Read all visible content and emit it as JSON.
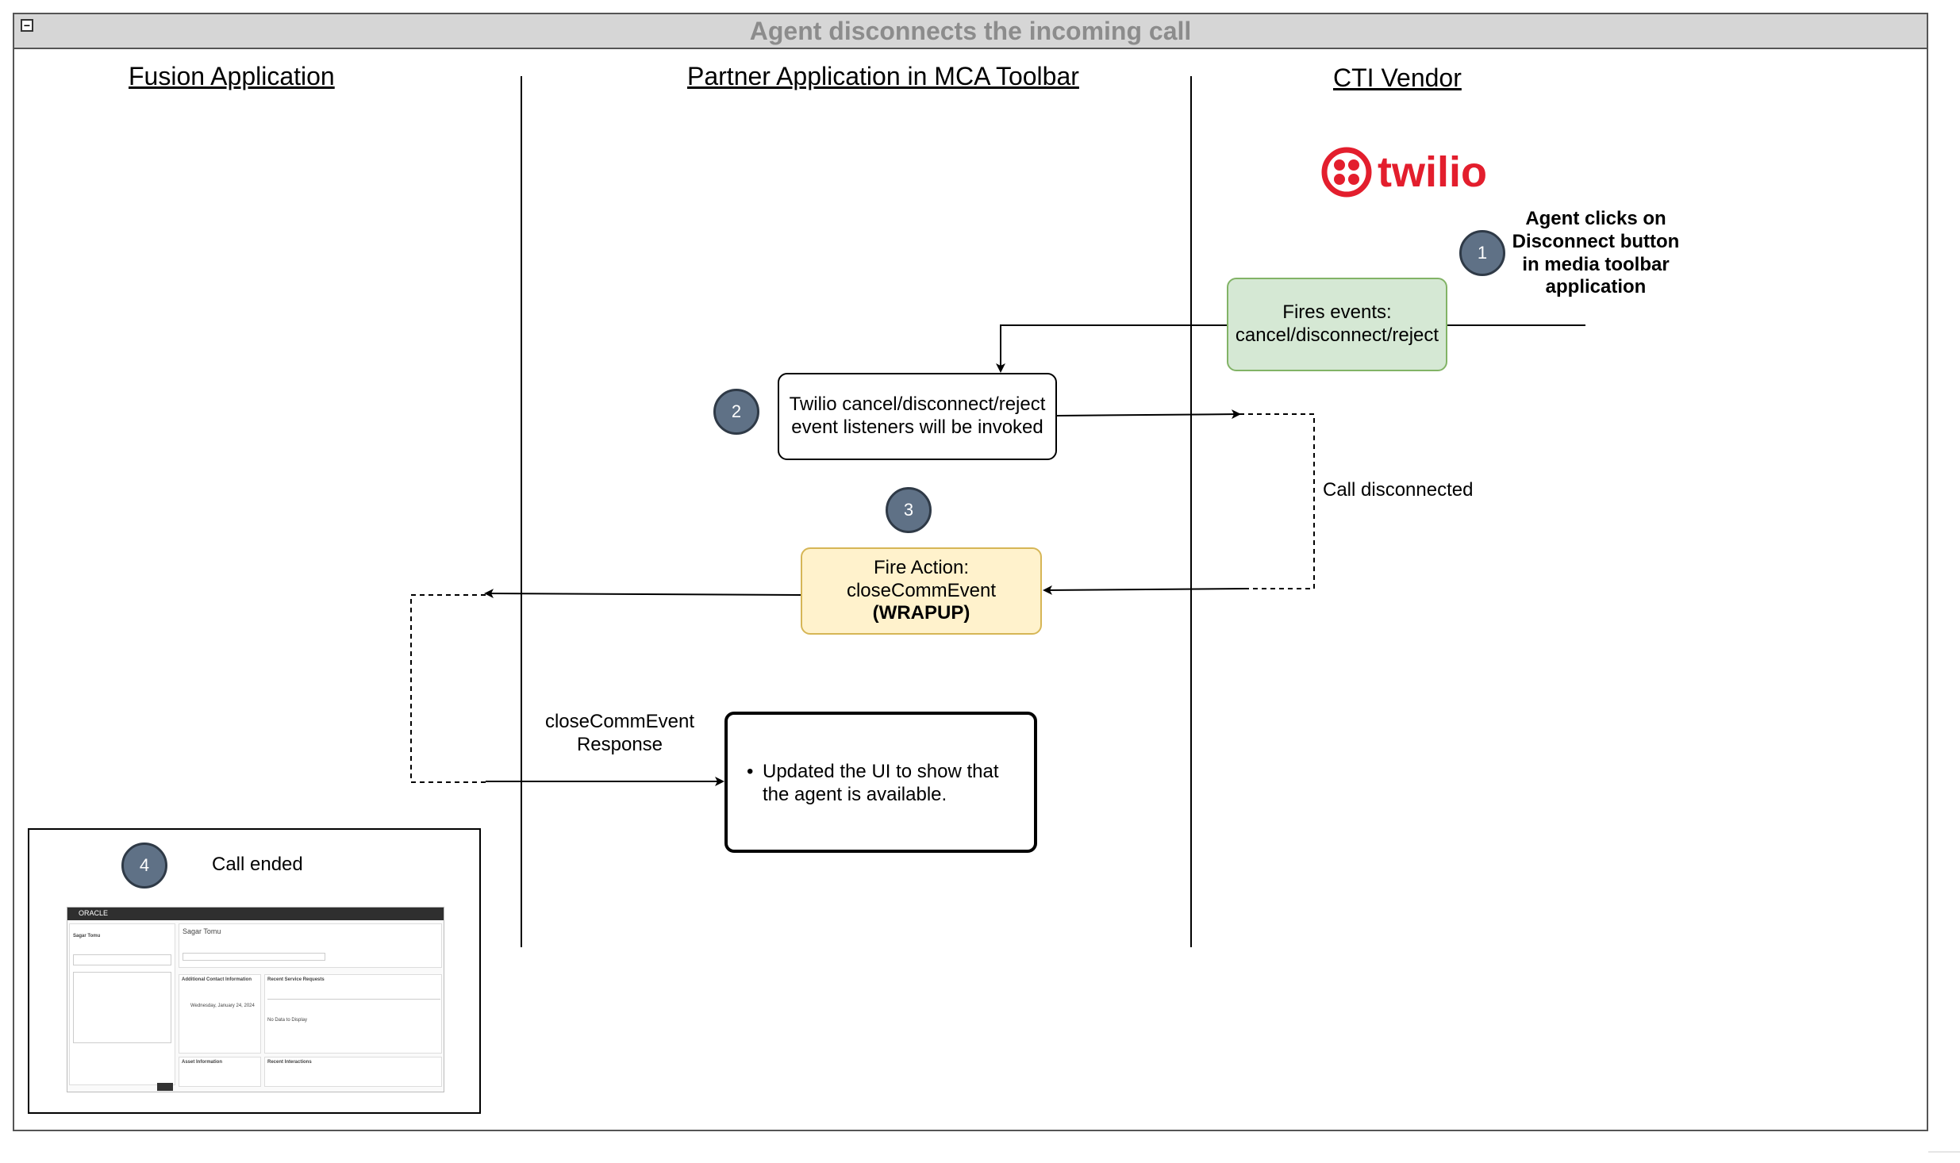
{
  "title": "Agent disconnects the incoming call",
  "collapse_symbol": "−",
  "lanes": {
    "fusion": "Fusion Application",
    "partner": "Partner Application in MCA Toolbar",
    "cti": "CTI Vendor"
  },
  "vendor_logo": {
    "text": "twilio",
    "color": "#e31e2d",
    "icon": "twilio-logo-icon"
  },
  "steps": {
    "s1": {
      "number": "1",
      "text": "Agent clicks on Disconnect button in media toolbar application"
    },
    "s2": {
      "number": "2"
    },
    "s3": {
      "number": "3"
    },
    "s4": {
      "number": "4",
      "text": "Call ended"
    }
  },
  "nodes": {
    "fires_events": {
      "line1": "Fires events:",
      "line2": "cancel/disconnect/reject",
      "fill": "#d5e8d4",
      "stroke": "#82b366"
    },
    "listeners": {
      "line1": "Twilio cancel/disconnect/reject",
      "line2": "event listeners will be invoked"
    },
    "fire_action": {
      "line1": "Fire Action:",
      "line2": "closeCommEvent",
      "line3": "(WRAPUP)",
      "fill": "#fff2cc",
      "stroke": "#d6b656"
    },
    "update_ui": {
      "bullet": "Updated the UI to show that the agent is available."
    }
  },
  "edge_labels": {
    "call_disconnected": "Call disconnected",
    "response_line1": "closeCommEvent",
    "response_line2": "Response"
  },
  "mini_screen": {
    "brand": "ORACLE",
    "contact_name": "Sagar Tomu",
    "section_contact": "Additional Contact Information",
    "section_sr": "Recent Service Requests",
    "section_asset": "Asset Information",
    "section_interactions": "Recent Interactions",
    "no_data": "No Data to Display",
    "date": "Wednesday, January 24, 2024"
  }
}
